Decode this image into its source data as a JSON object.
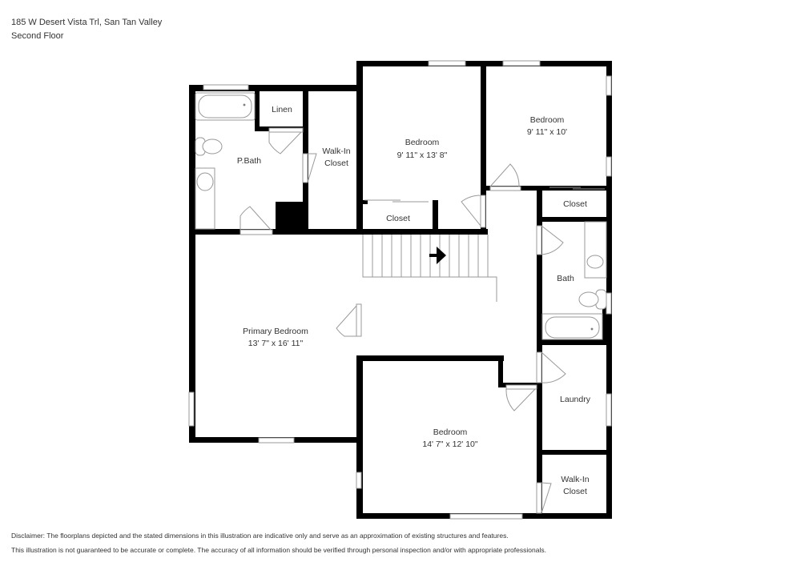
{
  "header": {
    "address": "185 W Desert Vista Trl, San Tan Valley",
    "floor": "Second Floor"
  },
  "rooms": [
    {
      "name": "Linen",
      "dimensions": ""
    },
    {
      "name": "P.Bath",
      "dimensions": ""
    },
    {
      "name": "Walk-In",
      "name2": "Closet",
      "dimensions": ""
    },
    {
      "name": "Bedroom",
      "dimensions": "9' 11\" x 13' 8\""
    },
    {
      "name": "Bedroom",
      "dimensions": "9' 11\" x 10'"
    },
    {
      "name": "Closet",
      "dimensions": ""
    },
    {
      "name": "Closet",
      "dimensions": ""
    },
    {
      "name": "Bath",
      "dimensions": ""
    },
    {
      "name": "Primary Bedroom",
      "dimensions": "13' 7\" x 16' 11\""
    },
    {
      "name": "Laundry",
      "dimensions": ""
    },
    {
      "name": "Bedroom",
      "dimensions": "14' 7\" x 12' 10\""
    },
    {
      "name": "Walk-In",
      "name2": "Closet",
      "dimensions": ""
    }
  ],
  "icons": {
    "stair_direction": "arrow-right-icon"
  },
  "disclaimer": {
    "line1": "Disclaimer: The floorplans depicted and the stated dimensions in this illustration are indicative only and serve as an approximation of existing structures and features.",
    "line2": "This illustration is not guaranteed to be accurate or complete. The accuracy of all information should be verified through personal inspection and/or with appropriate professionals."
  },
  "colors": {
    "wall": "#000000",
    "fixture_stroke": "#888888",
    "text": "#333333",
    "background": "#ffffff"
  }
}
